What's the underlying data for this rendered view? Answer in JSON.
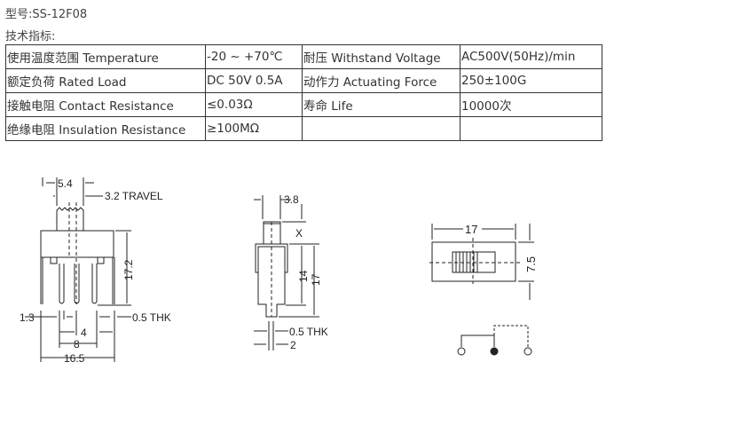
{
  "model": "型号:SS-12F08",
  "spec_heading": "技术指标:",
  "spec_table": [
    [
      "使用温度范围 Temperature",
      "-20 ~ +70℃",
      "耐压 Withstand Voltage",
      "AC500V(50Hz)/min"
    ],
    [
      "额定负荷 Rated Load",
      "DC 50V 0.5A",
      "动作力 Actuating Force",
      "250±100G"
    ],
    [
      "接触电阻 Contact Resistance",
      "≤0.03Ω",
      "寿命 Life",
      "10000次"
    ],
    [
      "绝缘电阻 Insulation Resistance",
      "≥100MΩ",
      "",
      ""
    ]
  ],
  "front_view": {
    "dim_width_top": "5.4",
    "travel": "3.2 TRAVEL",
    "height": "17.2",
    "pin_width": "1.3",
    "thk": "0.5 THK",
    "pitch": "4",
    "pin_span": "8",
    "total_width": "16.5"
  },
  "side_view": {
    "dim_top": "3.8",
    "x": "X",
    "h14": "14",
    "h17": "17",
    "thk": "0.5 THK",
    "pin": "2"
  },
  "top_view": {
    "width": "17",
    "height": "7.5"
  }
}
